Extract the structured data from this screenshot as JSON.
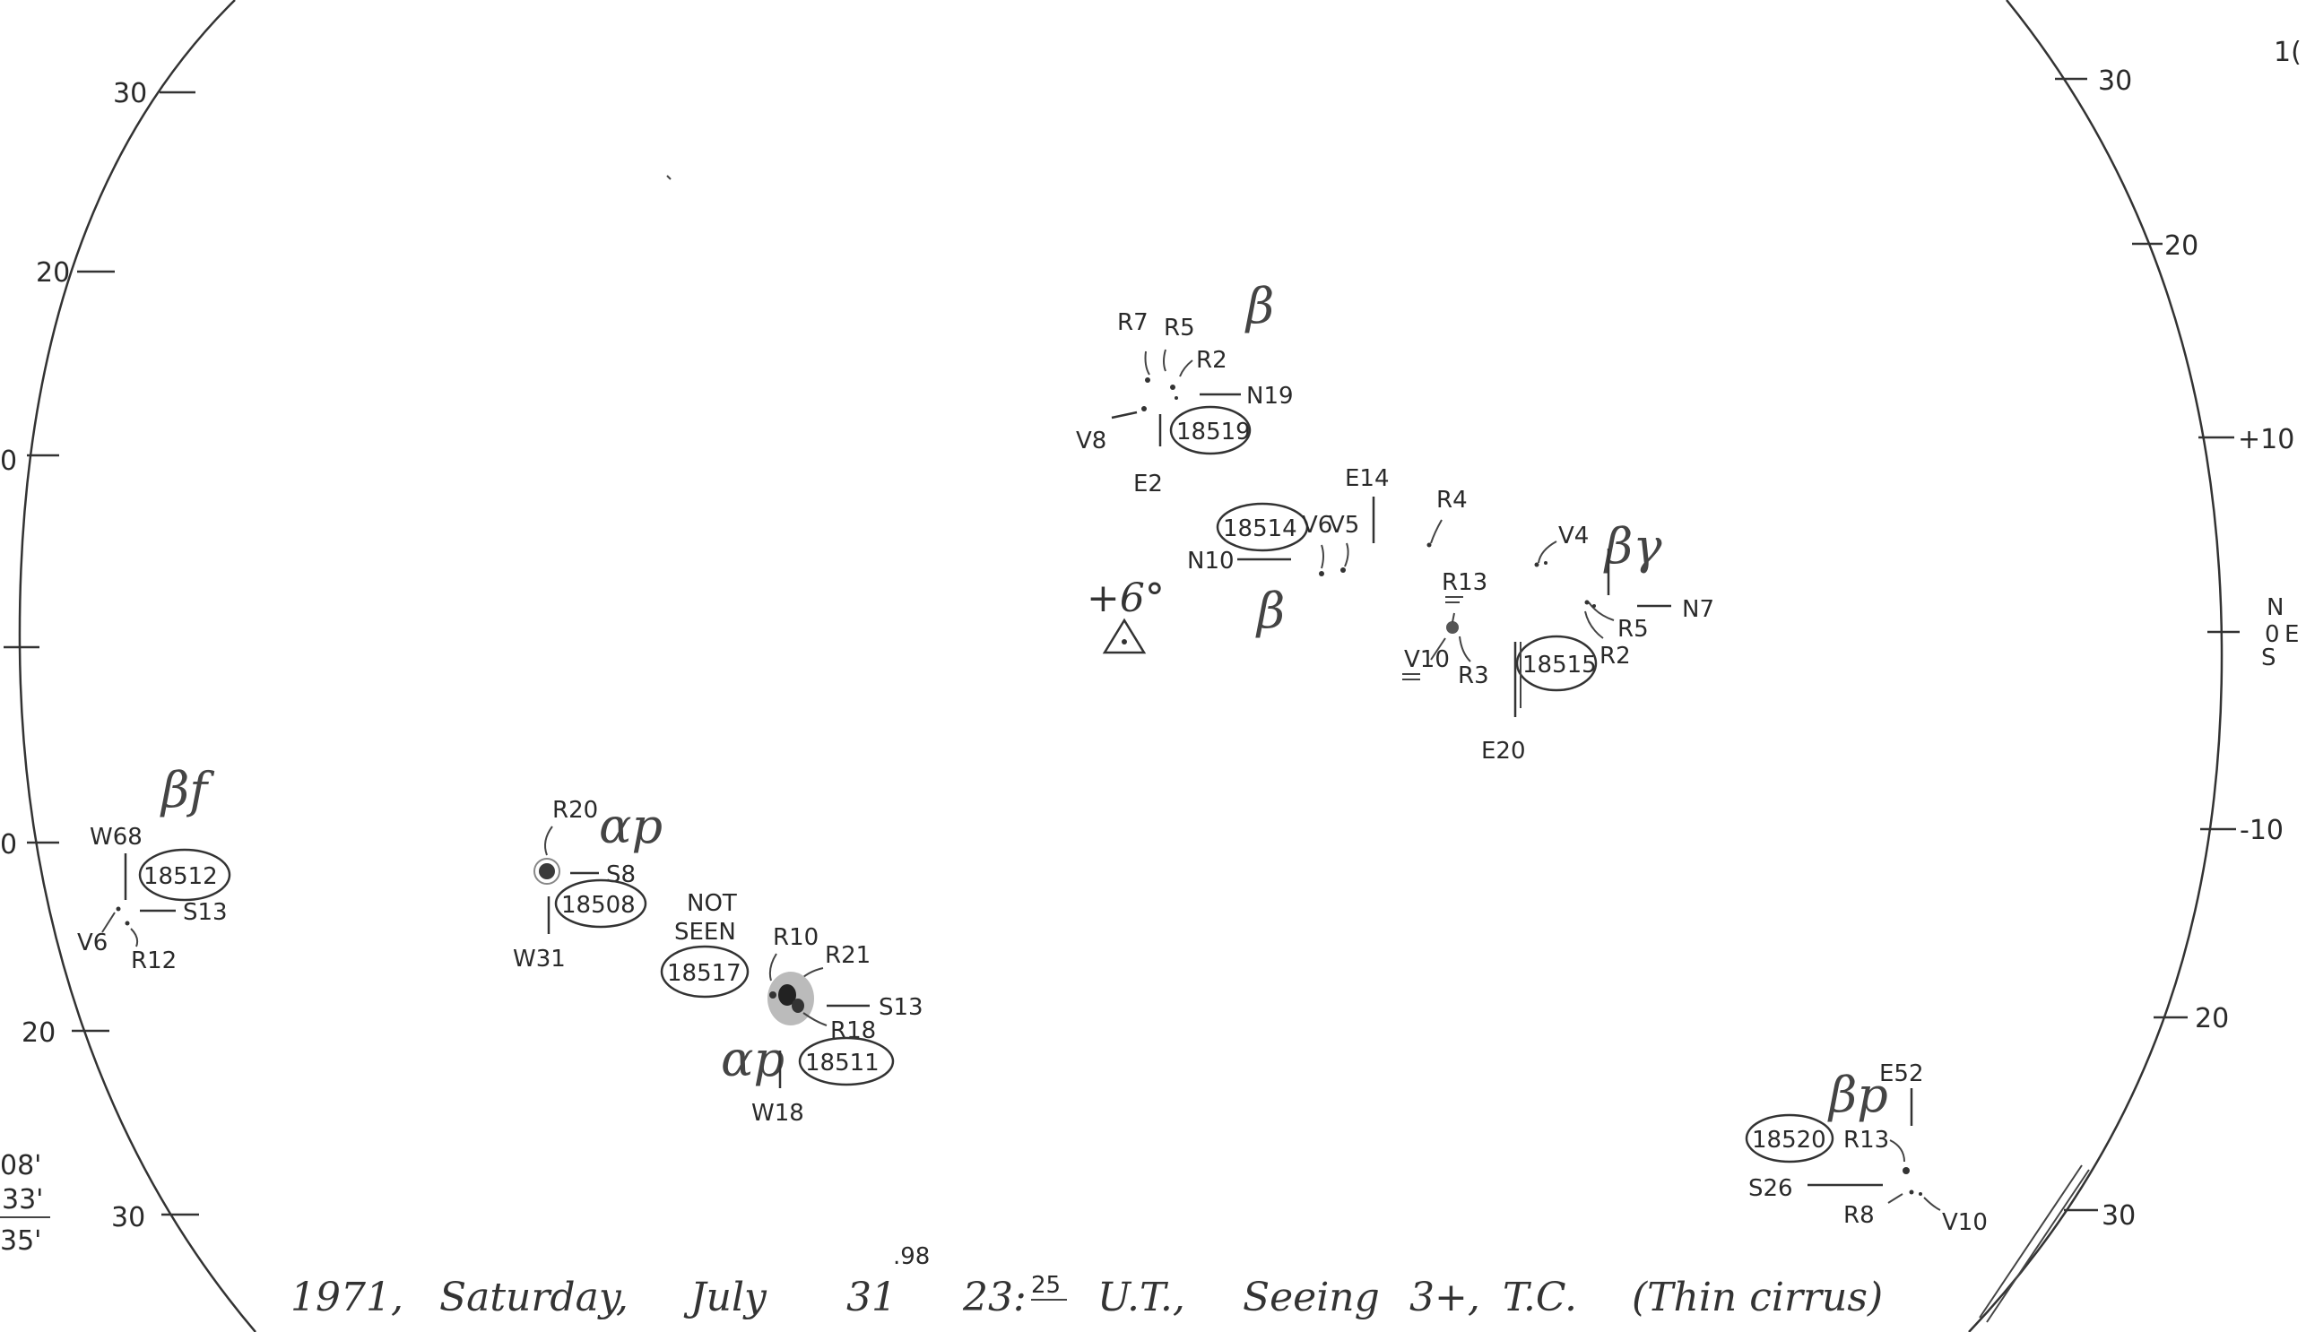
{
  "left_scale": {
    "ticks": [
      "30",
      "20",
      "0",
      "0",
      "20",
      "30"
    ]
  },
  "right_scale": {
    "ticks": [
      "30",
      "20",
      "+10",
      "-10",
      "20",
      "30"
    ],
    "page_number": "1("
  },
  "compass": {
    "north": "N",
    "origin": "0",
    "east": "E",
    "south": "S"
  },
  "side_notes": [
    "08'",
    "33'",
    "35'"
  ],
  "orientation": {
    "angle": "+6°",
    "symbol": "△"
  },
  "regions": {
    "r18519": {
      "number": "18519",
      "class": "β",
      "labels": [
        "R7",
        "R5",
        "R2",
        "N19",
        "V8",
        "E2"
      ]
    },
    "r18514": {
      "number": "18514",
      "class": "β",
      "labels": [
        "N10",
        "V6",
        "V5",
        "E14"
      ]
    },
    "r18515": {
      "number": "18515",
      "class": "βγ",
      "labels": [
        "R4",
        "R13",
        "V4",
        "R5",
        "N7",
        "R2",
        "V10",
        "R3",
        "E20"
      ]
    },
    "r18512": {
      "number": "18512",
      "class": "βf",
      "labels": [
        "W68",
        "S13",
        "V6",
        "R12"
      ]
    },
    "r18508": {
      "number": "18508",
      "class": "αp",
      "labels": [
        "R20",
        "S8",
        "W31"
      ]
    },
    "r18517": {
      "number": "18517",
      "note_line1": "NOT",
      "note_line2": "SEEN"
    },
    "r18511": {
      "number": "18511",
      "class": "αp",
      "labels": [
        "R10",
        "R21",
        "S13",
        "R18",
        "W18"
      ]
    },
    "r18520": {
      "number": "18520",
      "class": "βp",
      "labels": [
        "E52",
        "R13",
        "S26",
        "R8",
        "V10"
      ]
    }
  },
  "caption": {
    "year": "1971,",
    "day": "Saturday,",
    "month": "July",
    "date": "31",
    "date_sup": ".98",
    "time": "23:",
    "time_sup": "25",
    "ut": "U.T.,",
    "seeing_label": "Seeing",
    "seeing_value": "3+,",
    "sky": "T.C.",
    "sky_note": "(Thin cirrus)"
  }
}
